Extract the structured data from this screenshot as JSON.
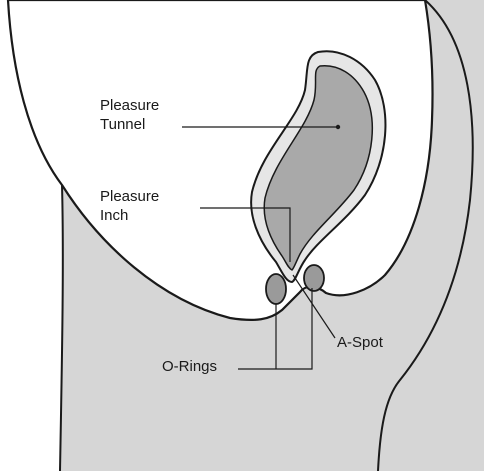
{
  "labels": {
    "pleasure_tunnel": [
      "Pleasure",
      "Tunnel"
    ],
    "pleasure_inch": [
      "Pleasure",
      "Inch"
    ],
    "a_spot": "A-Spot",
    "o_rings": "O-Rings"
  },
  "colors": {
    "body_fill": "#d6d6d6",
    "canal_fill": "#a9a9a9",
    "canal_wall": "#e6e6e6",
    "o_ring_fill": "#9a9a9a",
    "outline": "#1a1a1a"
  }
}
